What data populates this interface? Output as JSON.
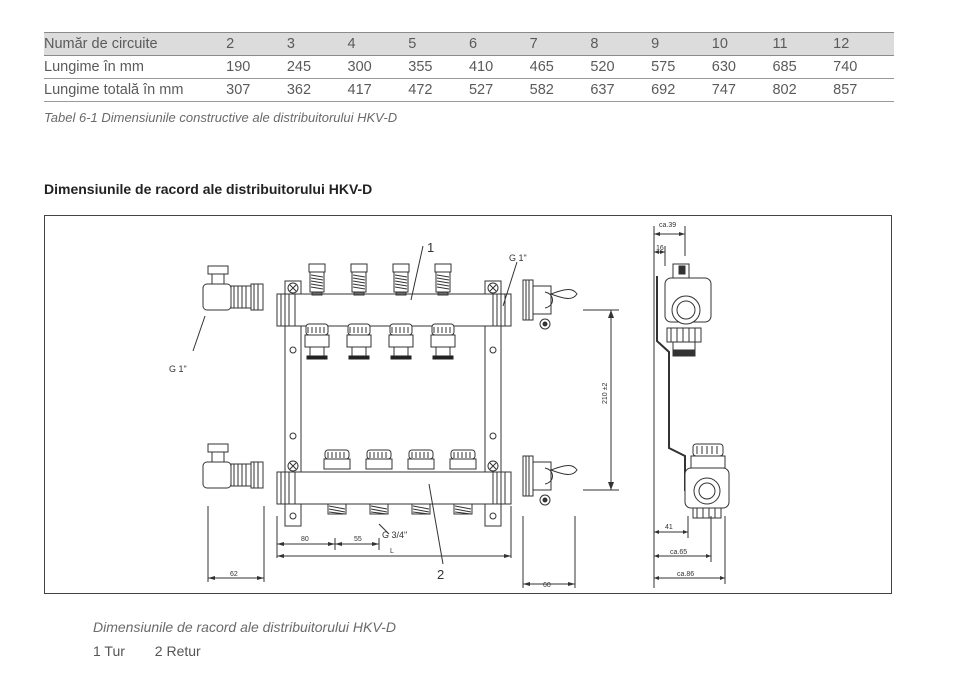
{
  "table": {
    "header": {
      "label": "Număr de circuite",
      "values": [
        "2",
        "3",
        "4",
        "5",
        "6",
        "7",
        "8",
        "9",
        "10",
        "11",
        "12"
      ]
    },
    "rows": [
      {
        "label": "Lungime în mm",
        "values": [
          "190",
          "245",
          "300",
          "355",
          "410",
          "465",
          "520",
          "575",
          "630",
          "685",
          "740"
        ]
      },
      {
        "label": "Lungime totală în mm",
        "values": [
          "307",
          "362",
          "417",
          "472",
          "527",
          "582",
          "637",
          "692",
          "747",
          "802",
          "857"
        ]
      }
    ]
  },
  "table_caption": "Tabel 6-1 Dimensiunile constructive ale distribuitorului HKV-D",
  "section_title": "Dimensiunile de racord ale distribuitorului HKV-D",
  "diagram": {
    "callout_1": "1",
    "callout_2": "2",
    "thread_g1_left": "G 1\"",
    "thread_g1_right": "G 1\"",
    "thread_g34": "G 3/4\"",
    "dim_80": "80",
    "dim_55": "55",
    "dim_L": "L",
    "dim_62": "62",
    "dim_60": "60",
    "dim_210": "210 ±2",
    "dim_ca39": "ca.39",
    "dim_16": "16",
    "dim_41": "41",
    "dim_ca65": "ca.65",
    "dim_ca86": "ca.86"
  },
  "figure_caption": "Dimensiunile de racord ale distribuitorului HKV-D",
  "legend": {
    "item1": "1 Tur",
    "item2": "2 Retur"
  }
}
